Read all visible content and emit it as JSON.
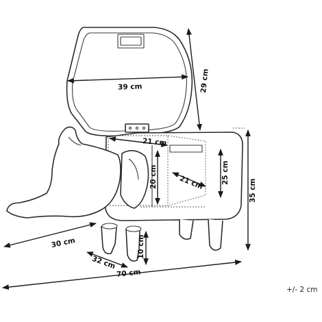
{
  "dimensions": {
    "lid_width": "39 cm",
    "lid_height": "29 cm",
    "compartment_width": "21 cm",
    "compartment_depth": "21 cm",
    "compartment_height": "20 cm",
    "body_height": "25 cm",
    "total_height": "35 cm",
    "head_length": "30 cm",
    "leg_height": "10 cm",
    "depth": "32 cm",
    "total_length": "70 cm"
  },
  "tolerance": "+/- 2 cm",
  "colors": {
    "ink": "#2b2b2b",
    "background": "#ffffff"
  }
}
